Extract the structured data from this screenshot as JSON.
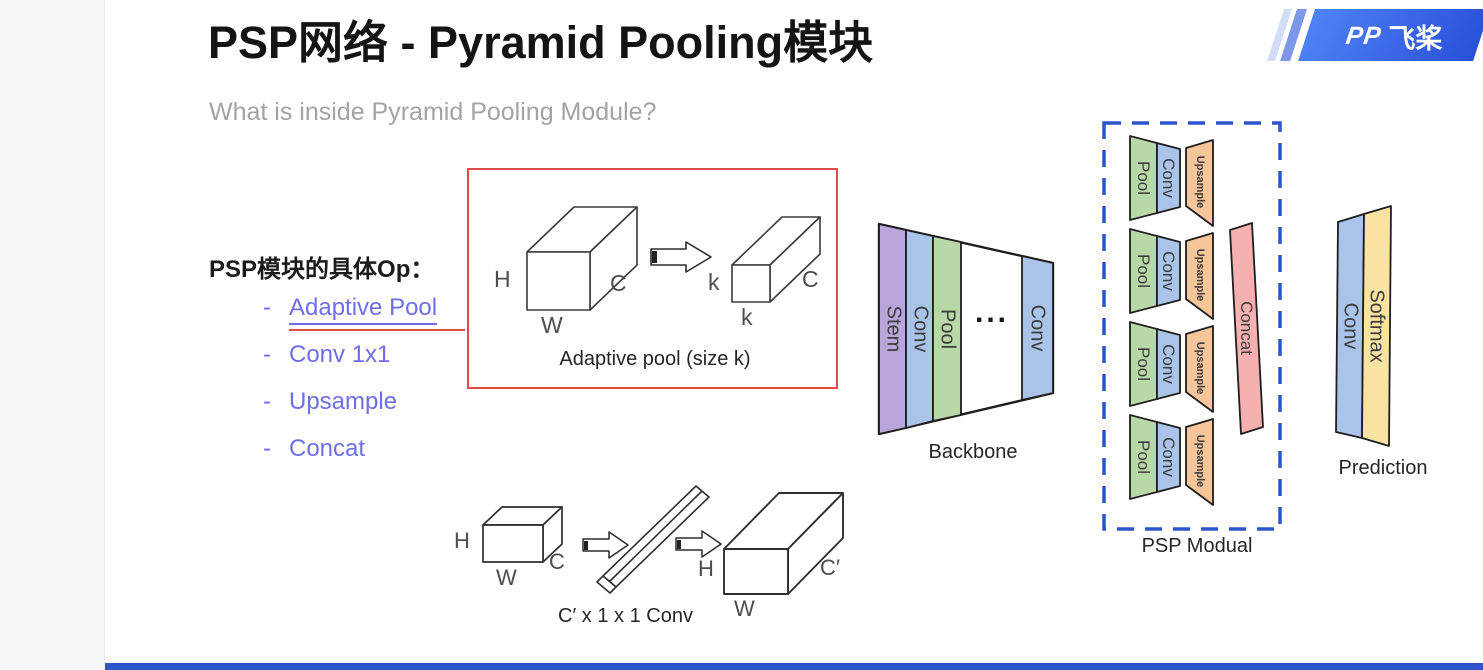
{
  "slide": {
    "title": "PSP网络 - Pyramid Pooling模块",
    "subtitle": "What is inside Pyramid Pooling Module?"
  },
  "logo": {
    "mark": "PP",
    "text": "飞桨"
  },
  "ops": {
    "heading": "PSP模块的具体Op：",
    "bullet": "-",
    "items": [
      {
        "label": "Adaptive Pool"
      },
      {
        "label": "Conv 1x1"
      },
      {
        "label": "Upsample"
      },
      {
        "label": "Concat"
      }
    ]
  },
  "adaptive_pool_figure": {
    "caption": "Adaptive pool (size k)",
    "input": {
      "height": "H",
      "width": "W",
      "channels": "C"
    },
    "output": {
      "height": "k",
      "width": "k",
      "channels": "C"
    }
  },
  "backbone": {
    "caption": "Backbone",
    "layers": {
      "stem": "Stem",
      "conv": "Conv",
      "pool": "Pool",
      "ellipsis": "...",
      "final_conv": "Conv"
    }
  },
  "psp_module": {
    "caption": "PSP Modual",
    "branch_count": 4,
    "branch": {
      "pool": "Pool",
      "conv": "Conv",
      "upsample": "Upsample"
    },
    "concat": "Concat"
  },
  "prediction": {
    "caption": "Prediction",
    "layers": {
      "conv": "Conv",
      "softmax": "Softmax"
    }
  },
  "conv1x1_figure": {
    "caption": "C′ x 1 x 1  Conv",
    "input": {
      "height": "H",
      "width": "W",
      "channels": "C"
    },
    "output": {
      "height": "H",
      "width": "W",
      "channels": "C′"
    }
  },
  "colors": {
    "stem": "#b9a5d9",
    "conv": "#a9c3e9",
    "pool": "#b8d8a8",
    "upsample": "#f6c59a",
    "concat": "#f6b0b0",
    "softmax": "#f9e3a2",
    "accent_red": "#e04b4b",
    "module_border": "#2b55c8",
    "link": "#6e6ee8",
    "brand": "#2f57d9",
    "bottom_bar": "#2d55cc"
  }
}
